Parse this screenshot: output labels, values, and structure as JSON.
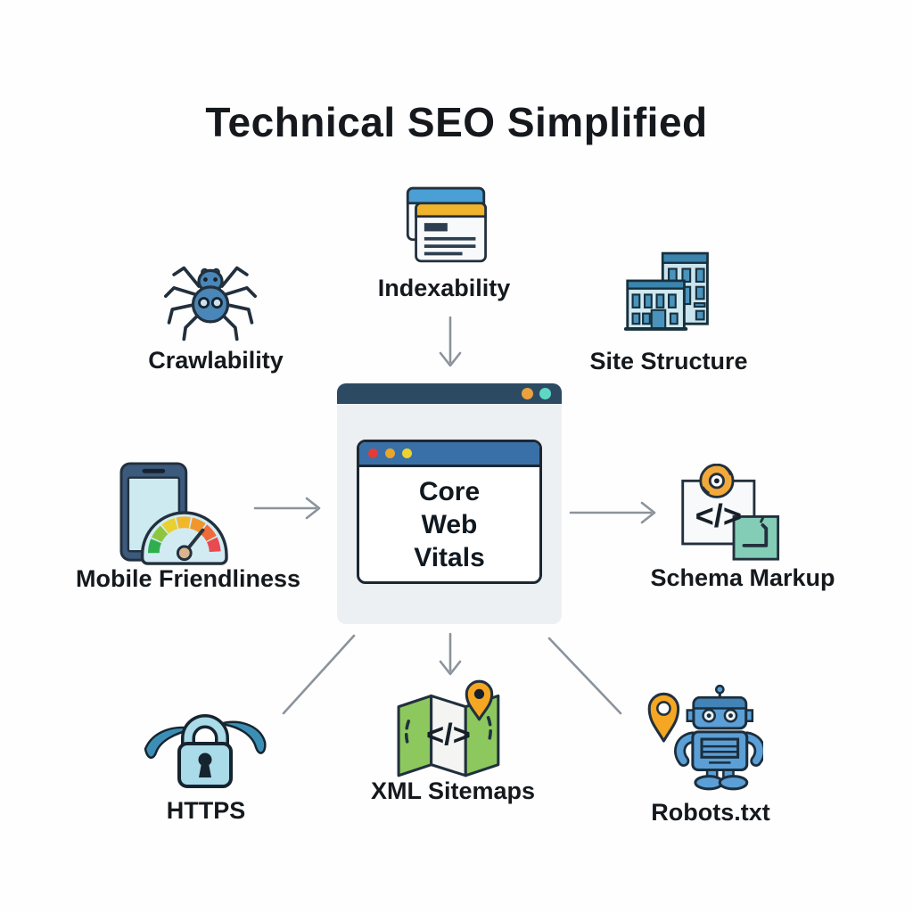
{
  "title": "Technical SEO Simplified",
  "center": {
    "window_title_lines": [
      "Core",
      "Web",
      "Vitals"
    ]
  },
  "nodes": {
    "indexability": {
      "label": "Indexability",
      "icon": "stacked-webpages-icon"
    },
    "crawlability": {
      "label": "Crawlability",
      "icon": "spider-icon"
    },
    "site_structure": {
      "label": "Site Structure",
      "icon": "buildings-icon"
    },
    "mobile_friendliness": {
      "label": "Mobile Friendliness",
      "icon": "phone-speedometer-icon"
    },
    "schema_markup": {
      "label": "Schema Markup",
      "icon": "code-card-icon",
      "code_text": "</>"
    },
    "https": {
      "label": "HTTPS",
      "icon": "padlock-icon"
    },
    "xml_sitemaps": {
      "label": "XML Sitemaps",
      "icon": "code-map-icon",
      "code_text": "</>"
    },
    "robots_txt": {
      "label": "Robots.txt",
      "icon": "robot-pin-icon"
    }
  },
  "colors": {
    "outline": "#22303d",
    "outer_window_header": "#2d4a63",
    "inner_window_header": "#3a70a8",
    "icon_blue": "#4a86b8",
    "light_blue": "#a9dbe8",
    "teal_dot": "#5ed8c3",
    "schema_teal": "#7fc9b4",
    "orange": "#f0a832",
    "yellow_header": "#f0b42c",
    "red_dot": "#e23b3c",
    "map_green": "#8cc85e",
    "arrow_gray": "#8b939c",
    "center_body": "#edf0f2"
  }
}
